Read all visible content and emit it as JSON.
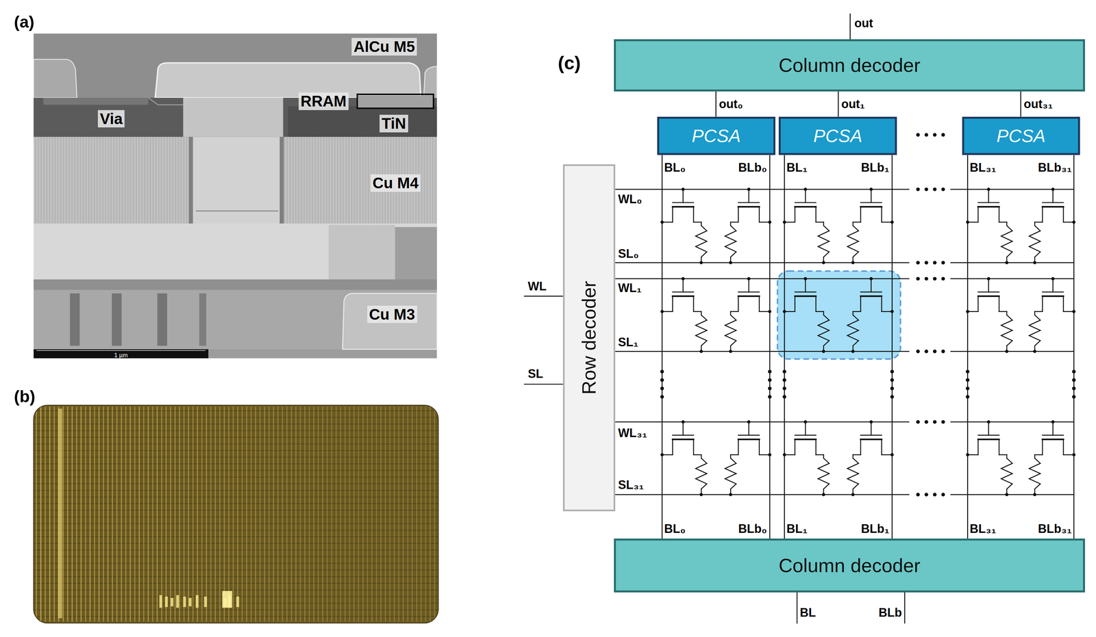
{
  "diagram": {
    "nodes": [
      {
        "text": [
          "Column decoder"
        ]
      },
      {
        "text": [
          "PCSA"
        ]
      },
      {
        "text": [
          "PCSA"
        ]
      },
      {
        "text": [
          "PCSA"
        ]
      },
      {
        "text": [
          "Row decoder"
        ]
      },
      {
        "text": [
          "Column decoder"
        ]
      }
    ],
    "edges": [
      {
        "from": 0,
        "to": 1,
        "arrow": "none",
        "label": "out₀"
      },
      {
        "from": 0,
        "to": 2,
        "arrow": "none",
        "label": "out₁"
      },
      {
        "from": 0,
        "to": 3,
        "arrow": "none",
        "label": "out₃₁"
      },
      {
        "from": 1,
        "to": 5,
        "arrow": "none"
      },
      {
        "from": 1,
        "to": 5,
        "arrow": "none"
      },
      {
        "from": 2,
        "to": 5,
        "arrow": "none"
      },
      {
        "from": 2,
        "to": 5,
        "arrow": "none"
      },
      {
        "from": 3,
        "to": 5,
        "arrow": "none"
      },
      {
        "from": 3,
        "to": 5,
        "arrow": "none"
      }
    ],
    "labels": [
      "(a)",
      "AlCu M5",
      "RRAM",
      "Via",
      "TiN",
      "Cu M4",
      "Cu M3",
      "1 µm",
      "(b)",
      "(c)",
      "out",
      "BL₀",
      "BLb₀",
      "BL₁",
      "BLb₁",
      "BL₃₁",
      "BLb₃₁",
      "WL₀",
      "SL₀",
      "WL₁",
      "SL₁",
      "WL₃₁",
      "SL₃₁",
      "WL",
      "SL",
      "BL₀",
      "BLb₀",
      "BL₁",
      "BLb₁",
      "BL₃₁",
      "BLb₃₁",
      "BL",
      "BLb"
    ]
  }
}
